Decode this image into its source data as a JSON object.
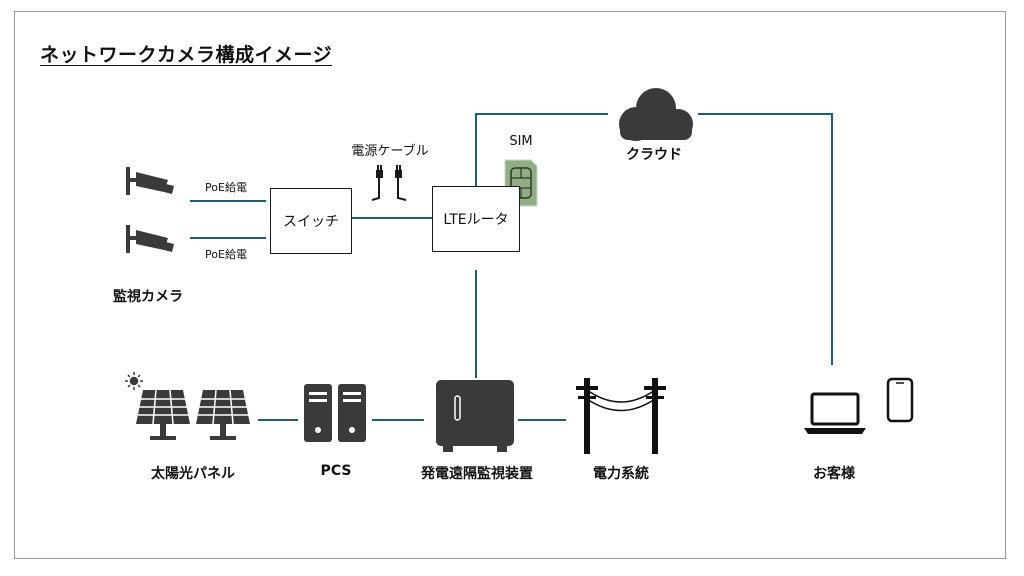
{
  "title": "ネットワークカメラ構成イメージ",
  "labels": {
    "cameras": "監視カメラ",
    "poe_top": "PoE給電",
    "poe_bottom": "PoE給電",
    "switch": "スイッチ",
    "power_cable": "電源ケーブル",
    "router": "LTEルータ",
    "sim": "SIM",
    "cloud": "クラウド",
    "solar": "太陽光パネル",
    "pcs": "PCS",
    "monitor_device": "発電遠隔監視装置",
    "grid": "電力系統",
    "customer": "お客様"
  },
  "colors": {
    "line": "#1f5f74",
    "icon": "#3a3a3a",
    "sim": "#8fae83"
  },
  "icons": [
    "camera-icon",
    "plug-icon",
    "sim-card-icon",
    "cloud-icon",
    "sun-icon",
    "solar-panel-icon",
    "pcs-icon",
    "monitor-device-icon",
    "power-pole-icon",
    "laptop-icon",
    "smartphone-icon"
  ]
}
